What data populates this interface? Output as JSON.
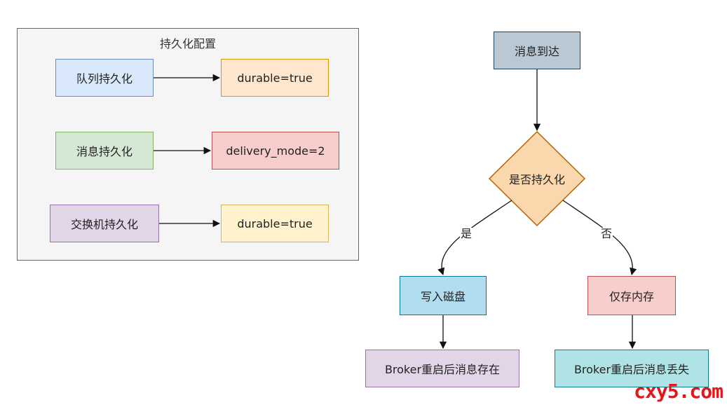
{
  "config": {
    "title": "持久化配置",
    "queue_label": "队列持久化",
    "queue_value": "durable=true",
    "message_label": "消息持久化",
    "message_value": "delivery_mode=2",
    "exchange_label": "交换机持久化",
    "exchange_value": "durable=true"
  },
  "flow": {
    "start": "消息到达",
    "decision": "是否持久化",
    "yes_label": "是",
    "no_label": "否",
    "yes_step": "写入磁盘",
    "no_step": "仅存内存",
    "yes_result": "Broker重启后消息存在",
    "no_result": "Broker重启后消息丢失"
  },
  "watermark": "cxy5.com",
  "colors": {
    "blue_fill": "#dae8fc",
    "orange_fill": "#ffe6cc",
    "green_fill": "#d5e8d4",
    "red_fill": "#f8cecc",
    "purple_fill": "#e1d5e7",
    "yellow_fill": "#fff2cc",
    "slate_fill": "#bac8d3",
    "cyan_fill": "#b1ddf0",
    "teal_fill": "#b0e3e6",
    "diamond_fill": "#fad7ac",
    "watermark": "#e8141b"
  }
}
